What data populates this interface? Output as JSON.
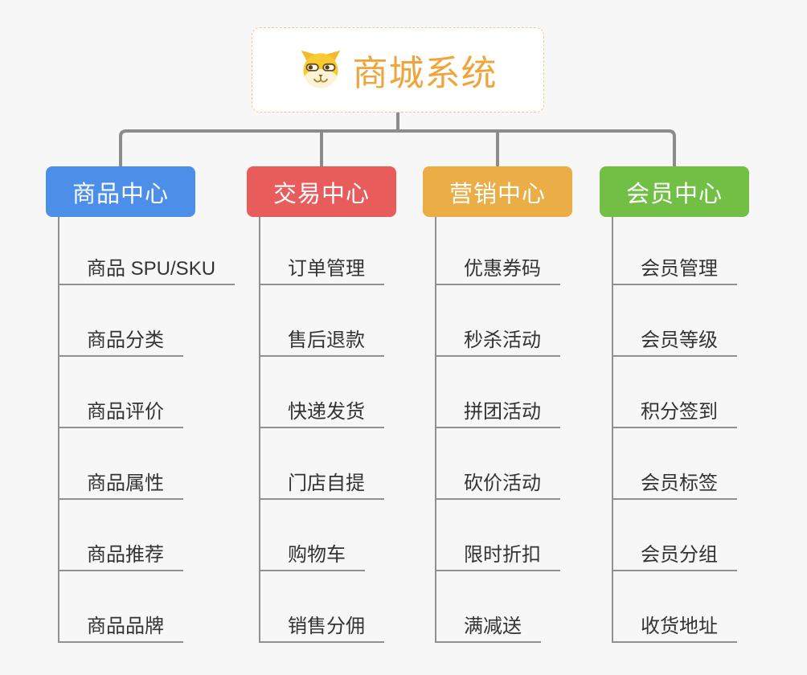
{
  "page": {
    "background_color": "#f7f7f7",
    "connector_color": "#8c8c8c",
    "leaf_line_color": "#909090",
    "leaf_text_color": "#333333"
  },
  "root": {
    "title": "商城系统",
    "icon": "dog-face-icon",
    "text_color": "#f0a53c",
    "border_color": "#f2c98c"
  },
  "branches": [
    {
      "label": "商品中心",
      "color": "#4b8fe8",
      "children": [
        "商品 SPU/SKU",
        "商品分类",
        "商品评价",
        "商品属性",
        "商品推荐",
        "商品品牌"
      ]
    },
    {
      "label": "交易中心",
      "color": "#e85c5c",
      "children": [
        "订单管理",
        "售后退款",
        "快递发货",
        "门店自提",
        "购物车",
        "销售分佣"
      ]
    },
    {
      "label": "营销中心",
      "color": "#ebad45",
      "children": [
        "优惠券码",
        "秒杀活动",
        "拼团活动",
        "砍价活动",
        "限时折扣",
        "满减送"
      ]
    },
    {
      "label": "会员中心",
      "color": "#71bf45",
      "children": [
        "会员管理",
        "会员等级",
        "积分签到",
        "会员标签",
        "会员分组",
        "收货地址"
      ]
    }
  ]
}
